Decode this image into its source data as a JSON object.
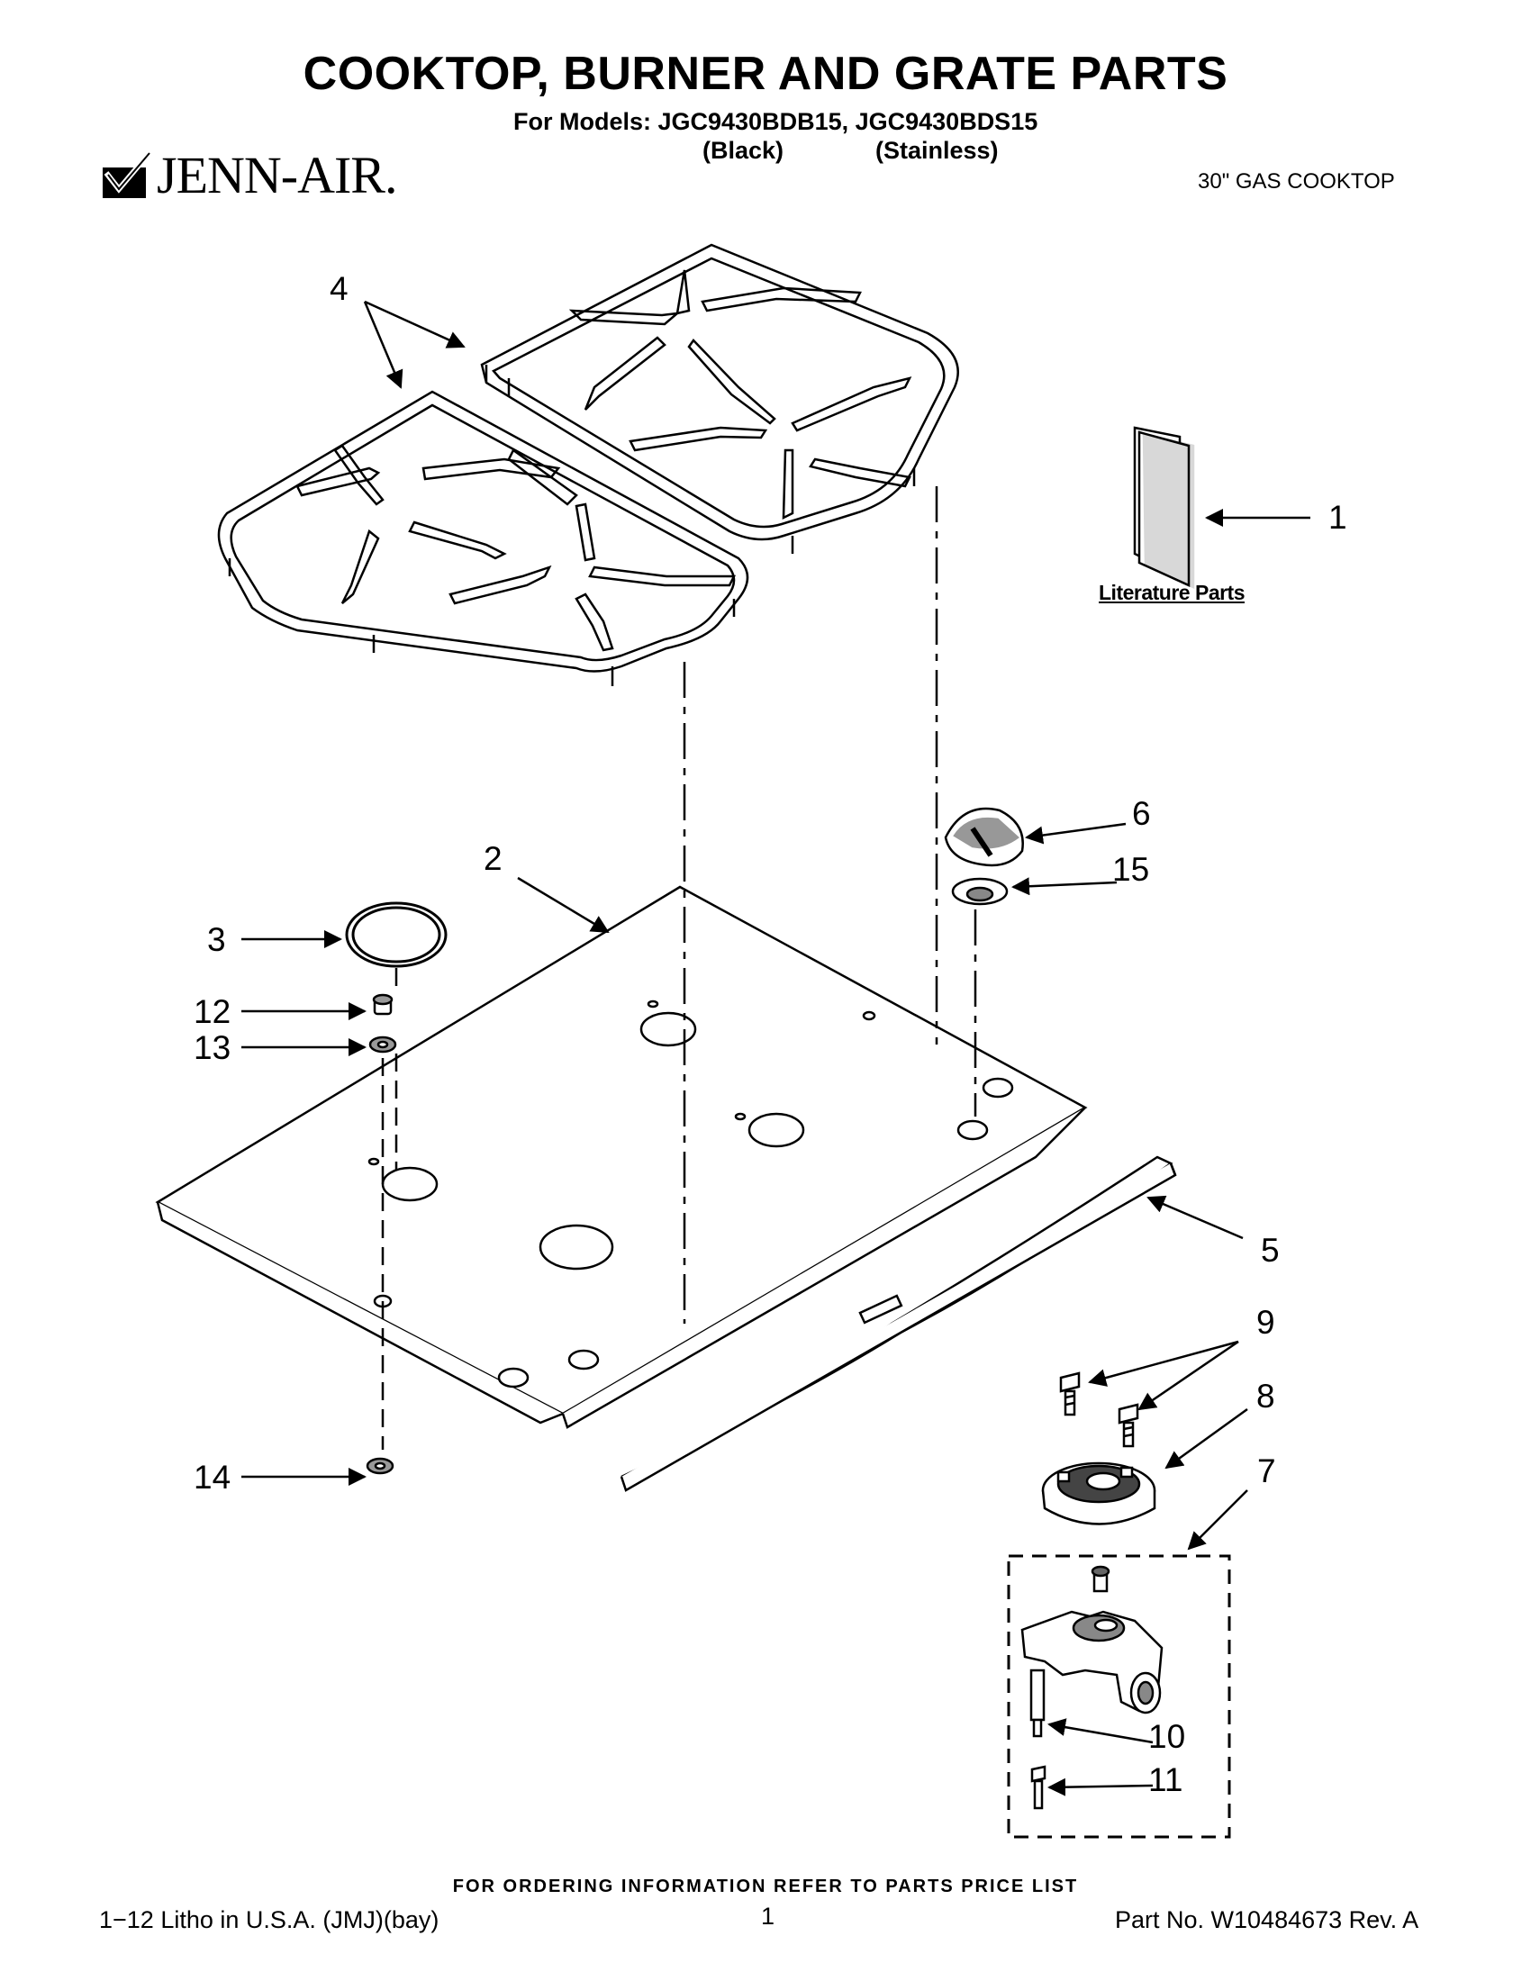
{
  "header": {
    "title": "COOKTOP, BURNER AND GRATE PARTS",
    "models_line": "For Models: JGC9430BDB15, JGC9430BDS15",
    "finish_black": "(Black)",
    "finish_stainless": "(Stainless)",
    "brand": "JENN-AIR.",
    "product_type": "30\" GAS COOKTOP"
  },
  "diagram": {
    "literature_label": "Literature Parts",
    "callouts": [
      "1",
      "2",
      "3",
      "4",
      "5",
      "6",
      "7",
      "8",
      "9",
      "10",
      "11",
      "12",
      "13",
      "14",
      "15"
    ]
  },
  "footer": {
    "ordering_note": "FOR ORDERING INFORMATION REFER TO PARTS PRICE LIST",
    "litho": "1−12 Litho in U.S.A. (JMJ)(bay)",
    "page": "1",
    "part_no": "Part No. W10484673 Rev. A"
  }
}
